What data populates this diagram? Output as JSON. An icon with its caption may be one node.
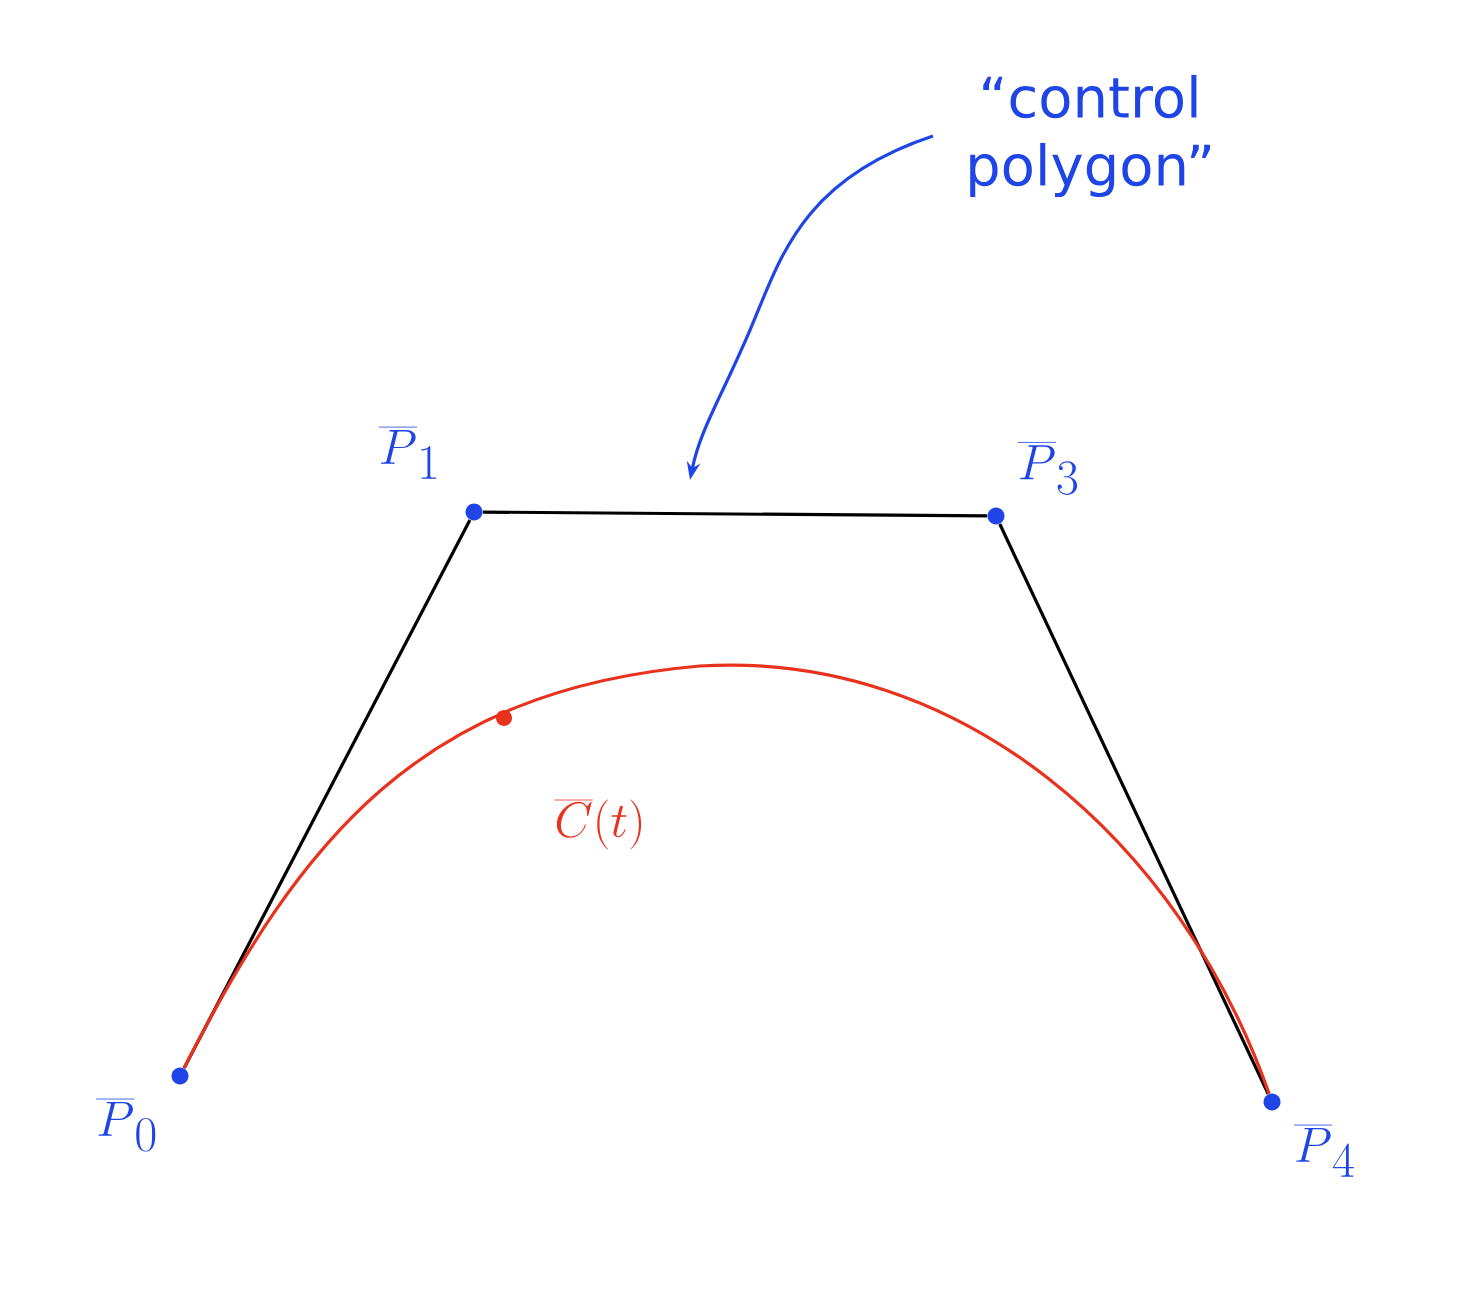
{
  "diagram": {
    "nodes": [
      {
        "text": [
          "\\overline{P}_0"
        ]
      },
      {
        "text": [
          "\\overline{P}_1"
        ]
      },
      {
        "text": [
          "\\overline{P}_3"
        ]
      },
      {
        "text": [
          "\\overline{P}_4"
        ]
      },
      {
        "text": [
          "“control polygon”"
        ]
      }
    ],
    "edges": [
      {
        "from": 0,
        "to": 1,
        "arrow": "none"
      },
      {
        "from": 1,
        "to": 2,
        "arrow": "none"
      },
      {
        "from": 2,
        "to": 3,
        "arrow": "none"
      },
      {
        "from": 0,
        "to": 3,
        "arrow": "none",
        "color": "#e8321e",
        "label": "\\overline{C}(t)"
      },
      {
        "from": 4,
        "to": null,
        "arrow": "to",
        "color": "#1f45e6"
      }
    ]
  }
}
